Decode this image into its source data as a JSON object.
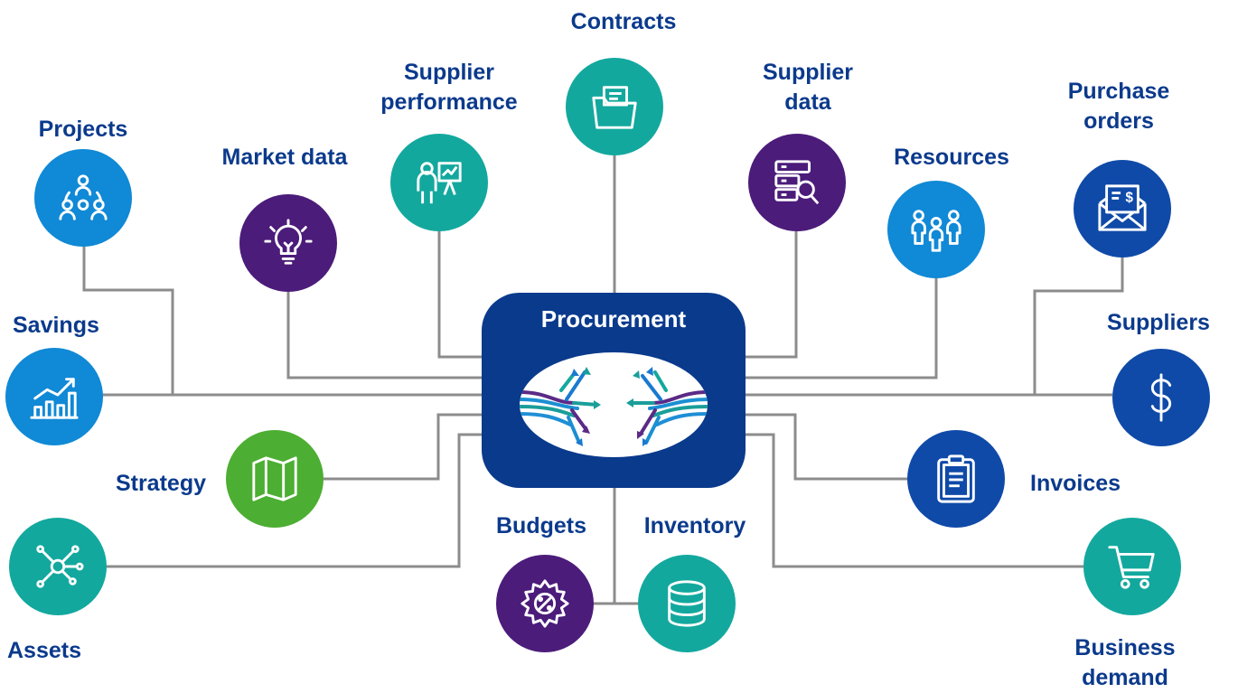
{
  "hub": {
    "title": "Procurement"
  },
  "nodes": {
    "contracts": {
      "label": "Contracts",
      "color": "#13a89e"
    },
    "supplier_performance": {
      "label": "Supplier\nperformance",
      "color": "#13a89e"
    },
    "supplier_data": {
      "label": "Supplier\ndata",
      "color": "#4b1c7a"
    },
    "market_data": {
      "label": "Market data",
      "color": "#4b1c7a"
    },
    "projects": {
      "label": "Projects",
      "color": "#1089d6"
    },
    "resources": {
      "label": "Resources",
      "color": "#1089d6"
    },
    "purchase_orders": {
      "label": "Purchase\norders",
      "color": "#0f4aa8"
    },
    "savings": {
      "label": "Savings",
      "color": "#1089d6"
    },
    "suppliers": {
      "label": "Suppliers",
      "color": "#0f4aa8"
    },
    "strategy": {
      "label": "Strategy",
      "color": "#4cae32"
    },
    "invoices": {
      "label": "Invoices",
      "color": "#0f4aa8"
    },
    "assets": {
      "label": "Assets",
      "color": "#13a89e"
    },
    "budgets": {
      "label": "Budgets",
      "color": "#4b1c7a"
    },
    "inventory": {
      "label": "Inventory",
      "color": "#13a89e"
    },
    "business_demand": {
      "label": "Business\ndemand",
      "color": "#13a89e"
    }
  },
  "style": {
    "line_color": "#8c8c8c",
    "hub_color": "#0a3a8c",
    "label_color": "#0b3a8c"
  }
}
